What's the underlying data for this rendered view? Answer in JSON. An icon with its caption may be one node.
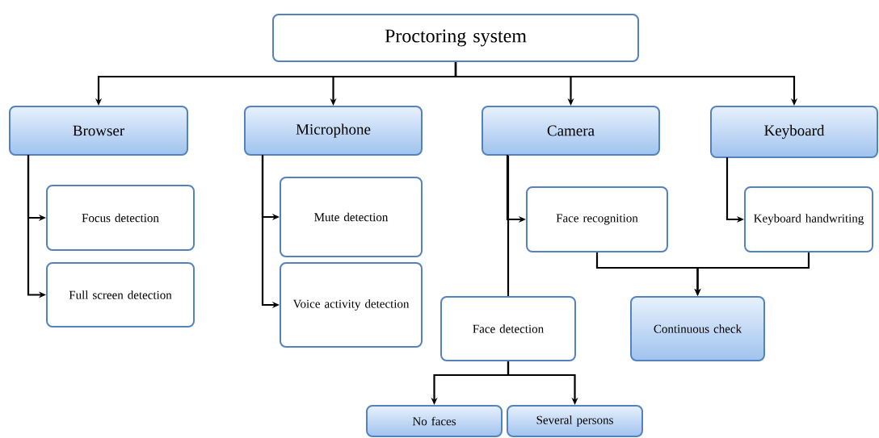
{
  "diagram": {
    "nodes": [
      {
        "text": [
          "Proctoring system"
        ]
      },
      {
        "text": [
          "Browser"
        ]
      },
      {
        "text": [
          "Microphone"
        ]
      },
      {
        "text": [
          "Camera"
        ]
      },
      {
        "text": [
          "Keyboard"
        ]
      },
      {
        "text": [
          "Focus detection"
        ]
      },
      {
        "text": [
          "Full screen detection"
        ]
      },
      {
        "text": [
          "Mute detection"
        ]
      },
      {
        "text": [
          "Voice activity detection"
        ]
      },
      {
        "text": [
          "Face recognition"
        ]
      },
      {
        "text": [
          "Face detection"
        ]
      },
      {
        "text": [
          "Keyboard handwriting"
        ]
      },
      {
        "text": [
          "Continuous check"
        ]
      },
      {
        "text": [
          "No faces"
        ]
      },
      {
        "text": [
          "Several persons"
        ]
      }
    ],
    "edges": [
      {
        "from": 0,
        "to": 1,
        "arrow": "to"
      },
      {
        "from": 0,
        "to": 2,
        "arrow": "to"
      },
      {
        "from": 0,
        "to": 3,
        "arrow": "to"
      },
      {
        "from": 0,
        "to": 4,
        "arrow": "to"
      },
      {
        "from": 1,
        "to": 5,
        "arrow": "to"
      },
      {
        "from": 1,
        "to": 6,
        "arrow": "to"
      },
      {
        "from": 2,
        "to": 7,
        "arrow": "to"
      },
      {
        "from": 2,
        "to": 8,
        "arrow": "to"
      },
      {
        "from": 3,
        "to": 9,
        "arrow": "to"
      },
      {
        "from": 3,
        "to": 10,
        "arrow": "none"
      },
      {
        "from": 4,
        "to": 11,
        "arrow": "to"
      },
      {
        "from": 9,
        "to": 12,
        "arrow": "to"
      },
      {
        "from": 11,
        "to": 12,
        "arrow": "to"
      },
      {
        "from": 10,
        "to": 13,
        "arrow": "to"
      },
      {
        "from": 10,
        "to": 14,
        "arrow": "to"
      }
    ]
  }
}
